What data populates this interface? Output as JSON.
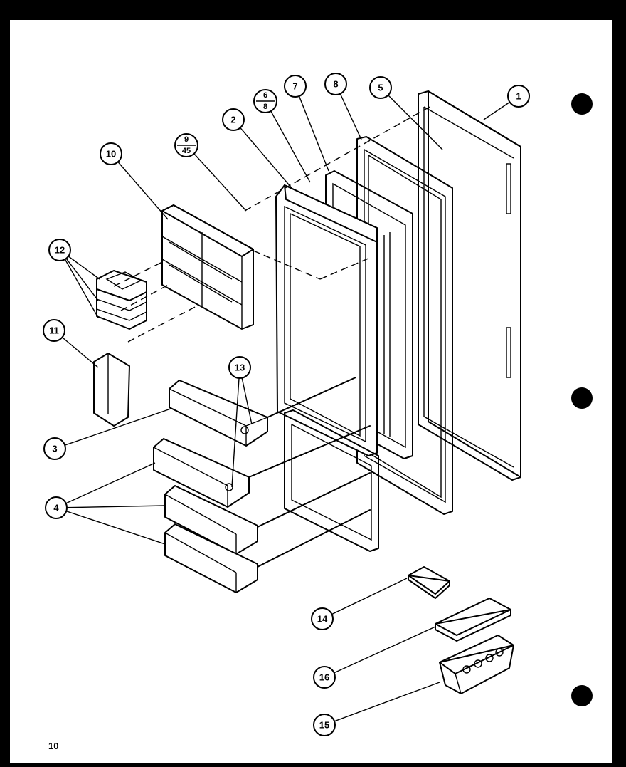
{
  "callouts": {
    "c1": "1",
    "c2": "2",
    "c3": "3",
    "c4": "4",
    "c5": "5",
    "c6_top": "6",
    "c6_bottom": "8",
    "c7": "7",
    "c8": "8",
    "c9_top": "9",
    "c9_bottom": "45",
    "c10": "10",
    "c11": "11",
    "c12": "12",
    "c13": "13",
    "c14": "14",
    "c15": "15",
    "c16": "16"
  },
  "page_number": "10",
  "colors": {
    "paper": "#ffffff",
    "ink": "#000000",
    "border": "#000000"
  }
}
